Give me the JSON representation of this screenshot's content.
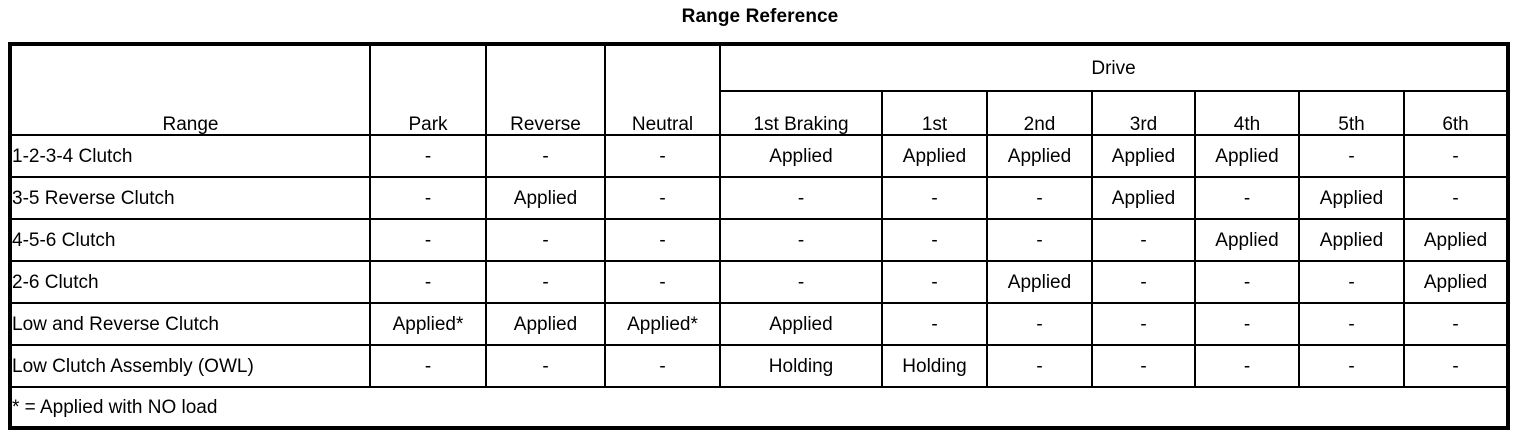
{
  "title": "Range Reference",
  "table": {
    "group_header": {
      "range_label": "Range",
      "park_label": "Park",
      "reverse_label": "Reverse",
      "neutral_label": "Neutral",
      "drive_label": "Drive"
    },
    "drive_subheaders": [
      "1st Braking",
      "1st",
      "2nd",
      "3rd",
      "4th",
      "5th",
      "6th"
    ],
    "columns": [
      "Range",
      "Park",
      "Reverse",
      "Neutral",
      "1st Braking",
      "1st",
      "2nd",
      "3rd",
      "4th",
      "5th",
      "6th"
    ],
    "rows": [
      {
        "label": "1-2-3-4 Clutch",
        "values": [
          "-",
          "-",
          "-",
          "Applied",
          "Applied",
          "Applied",
          "Applied",
          "Applied",
          "-",
          "-"
        ]
      },
      {
        "label": "3-5 Reverse Clutch",
        "values": [
          "-",
          "Applied",
          "-",
          "-",
          "-",
          "-",
          "Applied",
          "-",
          "Applied",
          "-"
        ]
      },
      {
        "label": "4-5-6 Clutch",
        "values": [
          "-",
          "-",
          "-",
          "-",
          "-",
          "-",
          "-",
          "Applied",
          "Applied",
          "Applied"
        ]
      },
      {
        "label": "2-6 Clutch",
        "values": [
          "-",
          "-",
          "-",
          "-",
          "-",
          "Applied",
          "-",
          "-",
          "-",
          "Applied"
        ]
      },
      {
        "label": "Low and Reverse Clutch",
        "values": [
          "Applied*",
          "Applied",
          "Applied*",
          "Applied",
          "-",
          "-",
          "-",
          "-",
          "-",
          "-"
        ]
      },
      {
        "label": "Low Clutch Assembly (OWL)",
        "values": [
          "-",
          "-",
          "-",
          "Holding",
          "Holding",
          "-",
          "-",
          "-",
          "-",
          "-"
        ]
      }
    ],
    "footnote": "* = Applied with NO load"
  }
}
